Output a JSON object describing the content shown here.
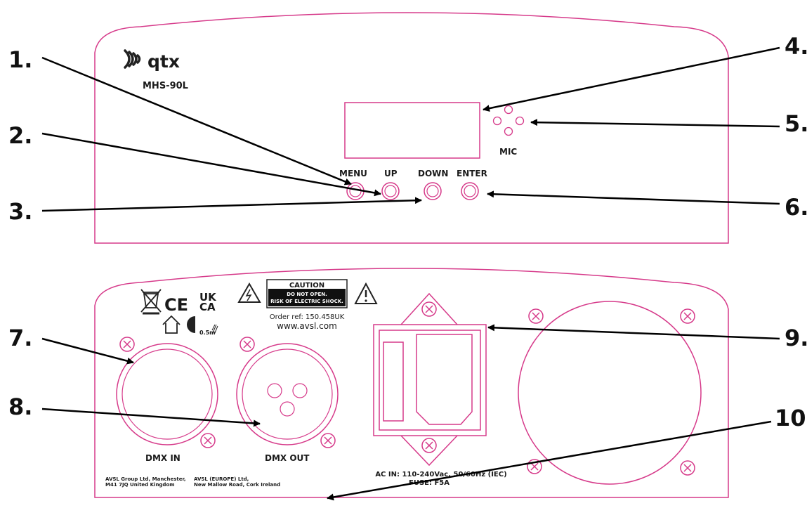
{
  "front": {
    "brand": "qtx",
    "model": "MHS-90L",
    "buttons": [
      "MENU",
      "UP",
      "DOWN",
      "ENTER"
    ],
    "mic_label": "MIC"
  },
  "rear": {
    "caution_title": "CAUTION",
    "caution_line1": "DO NOT OPEN.",
    "caution_line2": "RISK OF ELECTRIC SHOCK.",
    "order_ref": "Order ref: 150.458UK",
    "website": "www.avsl.com",
    "ce_mark": "CE",
    "ukca_top": "UK",
    "ukca_bottom": "CA",
    "distance": "0.5m",
    "dmx_in": "DMX IN",
    "dmx_out": "DMX OUT",
    "address_uk_1": "AVSL Group Ltd, Manchester,",
    "address_uk_2": "M41 7JQ United Kingdom",
    "address_eu_1": "AVSL (EUROPE) Ltd,",
    "address_eu_2": "New Mallow Road, Cork Ireland",
    "ac_in": "AC IN: 110-240Vac, 50/60Hz (IEC)",
    "fuse": "FUSE: F5A"
  },
  "callouts": [
    "1.",
    "2.",
    "3.",
    "4.",
    "5.",
    "6.",
    "7.",
    "8.",
    "9.",
    "10"
  ],
  "colors": {
    "outline": "#d63a8a",
    "arrow": "#000000"
  }
}
